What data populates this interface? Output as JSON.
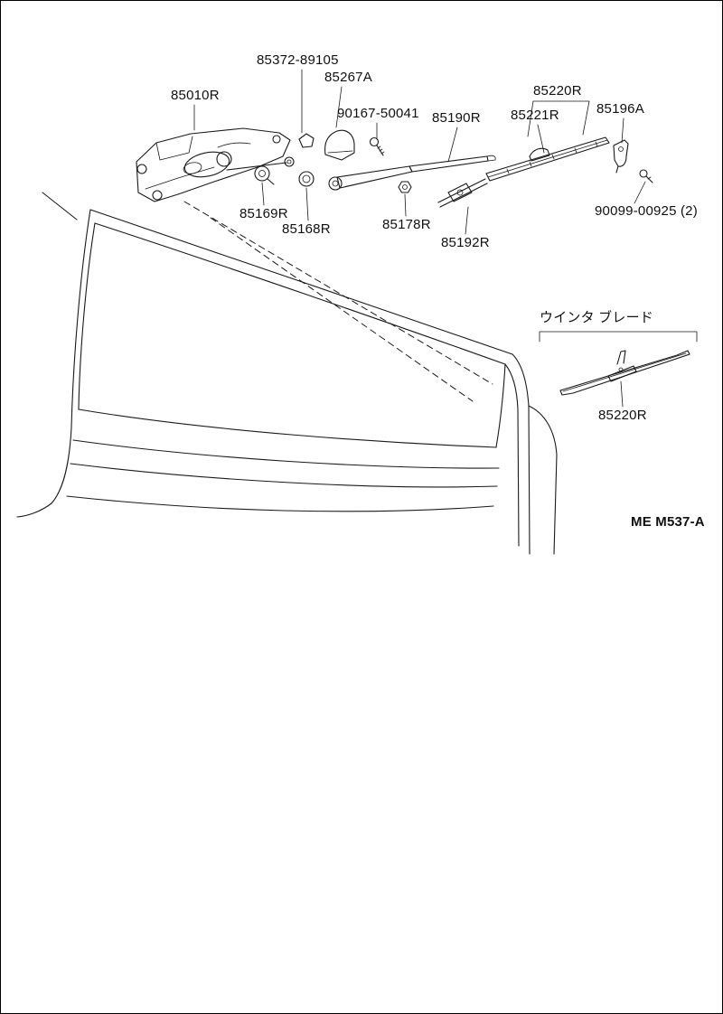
{
  "colors": {
    "line": "#1a1a1a",
    "background": "#ffffff",
    "text": "#101010"
  },
  "figure": {
    "code": "ME M537-A"
  },
  "labels": {
    "clip": "85372-89105",
    "pivot_cover": "85267A",
    "wiper_motor": "85010R",
    "screw_top": "90167-50041",
    "wiper_arm": "85190R",
    "blade_assembly": "85220R",
    "blade_rubber": "85221R",
    "end_cap": "85196A",
    "grommet": "85169R",
    "cap": "85168R",
    "nut": "85178R",
    "blade_link": "85192R",
    "screw_right": "90099-00925 (2)",
    "winter_blade_caption": "ウインタ ブレード",
    "winter_blade": "85220R"
  }
}
